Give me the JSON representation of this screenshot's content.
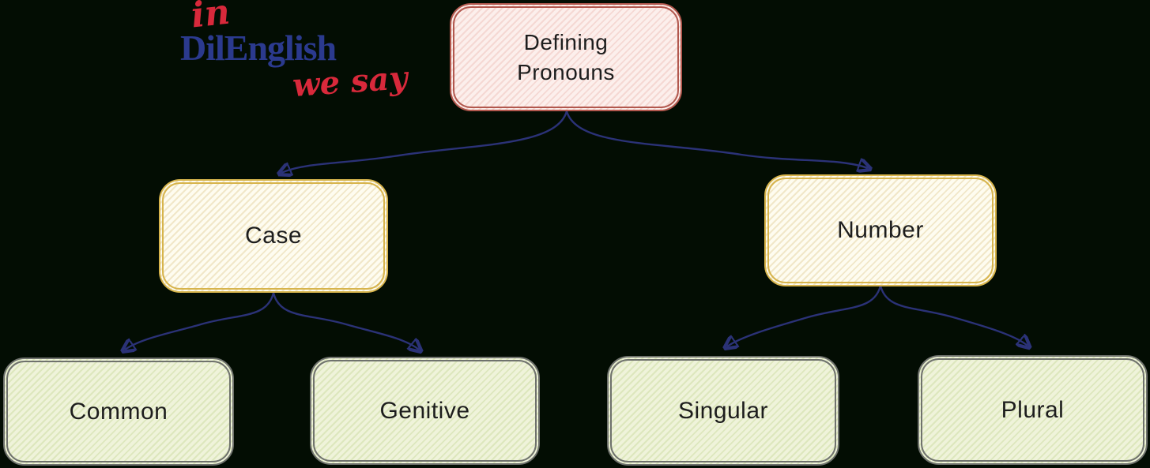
{
  "page": {
    "background_color": "#030d03",
    "type": "concept-tree-diagram"
  },
  "logo": {
    "word_in": "in",
    "word_main": "DilEnglish",
    "word_tagline": "we say",
    "color_blue": "#2b3a8e",
    "color_red": "#d8293b"
  },
  "nodes": {
    "root": {
      "label": "Defining Pronouns",
      "fill": "#fcefec",
      "border": "#b2584e"
    },
    "case": {
      "label": "Case",
      "fill": "#fefcf0",
      "border": "#d7b44c"
    },
    "number": {
      "label": "Number",
      "fill": "#fefcf0",
      "border": "#d7b44c"
    },
    "common": {
      "label": "Common",
      "fill": "#eff3da",
      "border": "#6f726d"
    },
    "genitive": {
      "label": "Genitive",
      "fill": "#eff3da",
      "border": "#6f726d"
    },
    "singular": {
      "label": "Singular",
      "fill": "#eff3da",
      "border": "#6f726d"
    },
    "plural": {
      "label": "Plural",
      "fill": "#eff3da",
      "border": "#6f726d"
    }
  },
  "edges": [
    {
      "from": "root",
      "to": "case"
    },
    {
      "from": "root",
      "to": "number"
    },
    {
      "from": "case",
      "to": "common"
    },
    {
      "from": "case",
      "to": "genitive"
    },
    {
      "from": "number",
      "to": "singular"
    },
    {
      "from": "number",
      "to": "plural"
    }
  ],
  "edge_color": "#2b3277"
}
